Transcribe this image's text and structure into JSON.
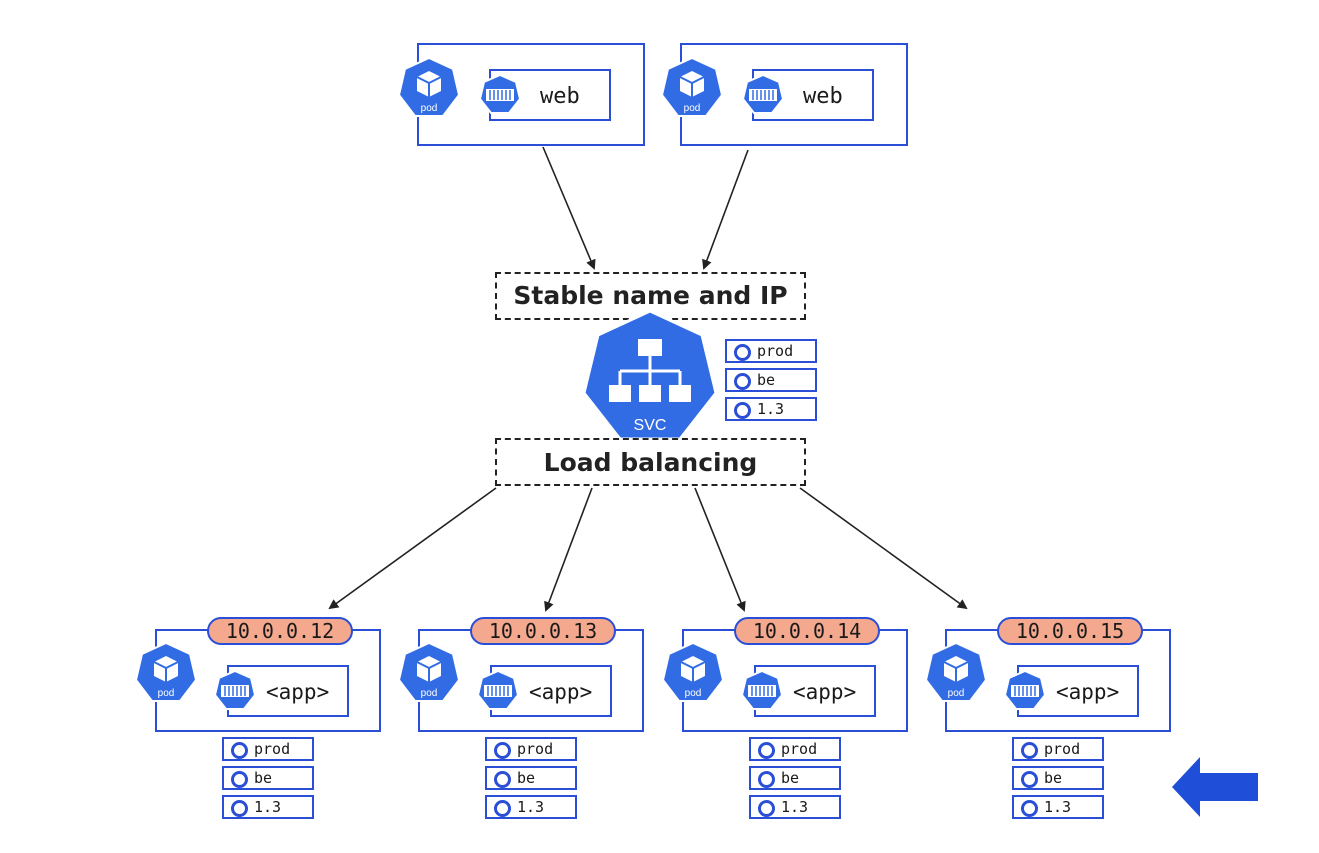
{
  "web_pods": [
    {
      "pod_label": "pod",
      "container": "web"
    },
    {
      "pod_label": "pod",
      "container": "web"
    }
  ],
  "service": {
    "name_box": "Stable name and IP",
    "lb_box": "Load balancing",
    "icon_label": "SVC",
    "labels": [
      "prod",
      "be",
      "1.3"
    ]
  },
  "app_pods": [
    {
      "ip": "10.0.0.12",
      "pod_label": "pod",
      "container": "<app>",
      "labels": [
        "prod",
        "be",
        "1.3"
      ]
    },
    {
      "ip": "10.0.0.13",
      "pod_label": "pod",
      "container": "<app>",
      "labels": [
        "prod",
        "be",
        "1.3"
      ]
    },
    {
      "ip": "10.0.0.14",
      "pod_label": "pod",
      "container": "<app>",
      "labels": [
        "prod",
        "be",
        "1.3"
      ]
    },
    {
      "ip": "10.0.0.15",
      "pod_label": "pod",
      "container": "<app>",
      "labels": [
        "prod",
        "be",
        "1.3"
      ]
    }
  ],
  "colors": {
    "k8s_blue": "#326ce5",
    "border_blue": "#2a4fd6",
    "ip_fill": "#f4a98e",
    "nav_arrow": "#1f4fd8"
  },
  "icons": [
    "pod-icon",
    "container-icon",
    "service-icon",
    "left-arrow-icon"
  ]
}
